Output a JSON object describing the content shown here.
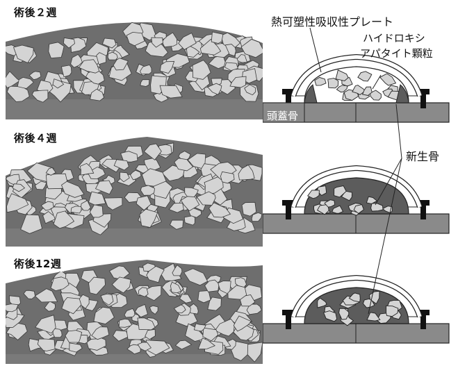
{
  "photos": [
    {
      "label": "術後２週"
    },
    {
      "label": "術後４週"
    },
    {
      "label": "術後12週"
    }
  ],
  "schematic": {
    "plate_label": "熱可塑性吸収性プレート",
    "granule_label_line1": "ハイドロキシ",
    "granule_label_line2": "アパタイト顆粒",
    "skull_label": "頭蓋骨",
    "new_bone_label": "新生骨"
  },
  "colors": {
    "tissue": "#6e6e6e",
    "granule": "#d4d4d4",
    "skull": "#8a8a8a",
    "plate": "#ffffff",
    "new_bone": "#5c5c5c"
  }
}
